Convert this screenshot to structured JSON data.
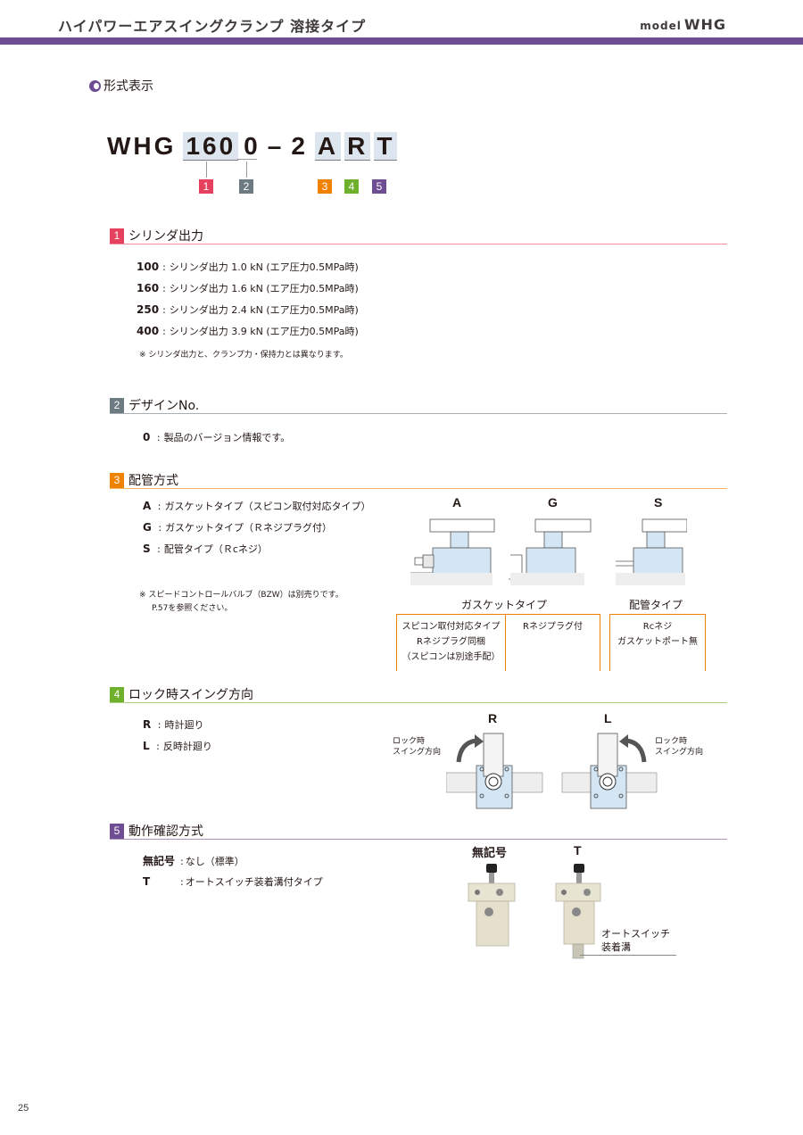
{
  "header": {
    "title": "ハイパワーエアスイングクランプ 溶接タイプ",
    "model_prefix": "model",
    "model_name": "WHG"
  },
  "heading": "形式表示",
  "model_code": {
    "prefix": "WHG",
    "seg1": "160",
    "seg2": "0",
    "dash": "–",
    "seg_plain": "2",
    "seg3": "A",
    "seg4": "R",
    "seg5": "T",
    "indices": [
      "1",
      "2",
      "3",
      "4",
      "5"
    ]
  },
  "section1": {
    "num": "1",
    "title": "シリンダ出力",
    "items": [
      {
        "key": "100",
        "desc": "シリンダ出力 1.0 kN (エア圧力0.5MPa時)"
      },
      {
        "key": "160",
        "desc": "シリンダ出力 1.6 kN (エア圧力0.5MPa時)"
      },
      {
        "key": "250",
        "desc": "シリンダ出力 2.4 kN (エア圧力0.5MPa時)"
      },
      {
        "key": "400",
        "desc": "シリンダ出力 3.9 kN (エア圧力0.5MPa時)"
      }
    ],
    "note": "※ シリンダ出力と、クランプ力・保持力とは異なります。"
  },
  "section2": {
    "num": "2",
    "title": "デザインNo.",
    "items": [
      {
        "key": "0",
        "desc": "製品のバージョン情報です。"
      }
    ]
  },
  "section3": {
    "num": "3",
    "title": "配管方式",
    "items": [
      {
        "key": "A",
        "desc": "ガスケットタイプ（スピコン取付対応タイプ）"
      },
      {
        "key": "G",
        "desc": "ガスケットタイプ（Ｒネジプラグ付）"
      },
      {
        "key": "S",
        "desc": "配管タイプ（Ｒcネジ）"
      }
    ],
    "note_line1": "※ スピードコントロールバルブ（BZW）は別売りです。",
    "note_line2": "P.57を参照ください。",
    "fig_labels": [
      "A",
      "G",
      "S"
    ],
    "group_gasket": "ガスケットタイプ",
    "group_pipe": "配管タイプ",
    "cell_a": [
      "スピコン取付対応タイプ",
      "Rネジプラグ同梱",
      "（スピコンは別途手配）"
    ],
    "cell_g": [
      "Rネジプラグ付"
    ],
    "cell_s": [
      "Rcネジ",
      "ガスケットポート無"
    ]
  },
  "section4": {
    "num": "4",
    "title": "ロック時スイング方向",
    "items": [
      {
        "key": "R",
        "desc": "時計廻り"
      },
      {
        "key": "L",
        "desc": "反時計廻り"
      }
    ],
    "fig_labels": [
      "R",
      "L"
    ],
    "swing_line1": "ロック時",
    "swing_line2": "スイング方向"
  },
  "section5": {
    "num": "5",
    "title": "動作確認方式",
    "items": [
      {
        "key": "無記号",
        "desc": "なし（標準）"
      },
      {
        "key": "T",
        "desc": "オートスイッチ装着溝付タイプ"
      }
    ],
    "fig_labels": [
      "無記号",
      "T"
    ],
    "callout_line1": "オートスイッチ",
    "callout_line2": "装着溝"
  },
  "page_number": "25",
  "colors": {
    "accent": "#6e4d94",
    "idx1": "#e5415e",
    "idx2": "#6c7a82",
    "idx3": "#ef8200",
    "idx4": "#6fb12c",
    "idx5": "#6e4d94",
    "code_box": "#dde6ee",
    "part_blue": "#d4e6f4"
  }
}
